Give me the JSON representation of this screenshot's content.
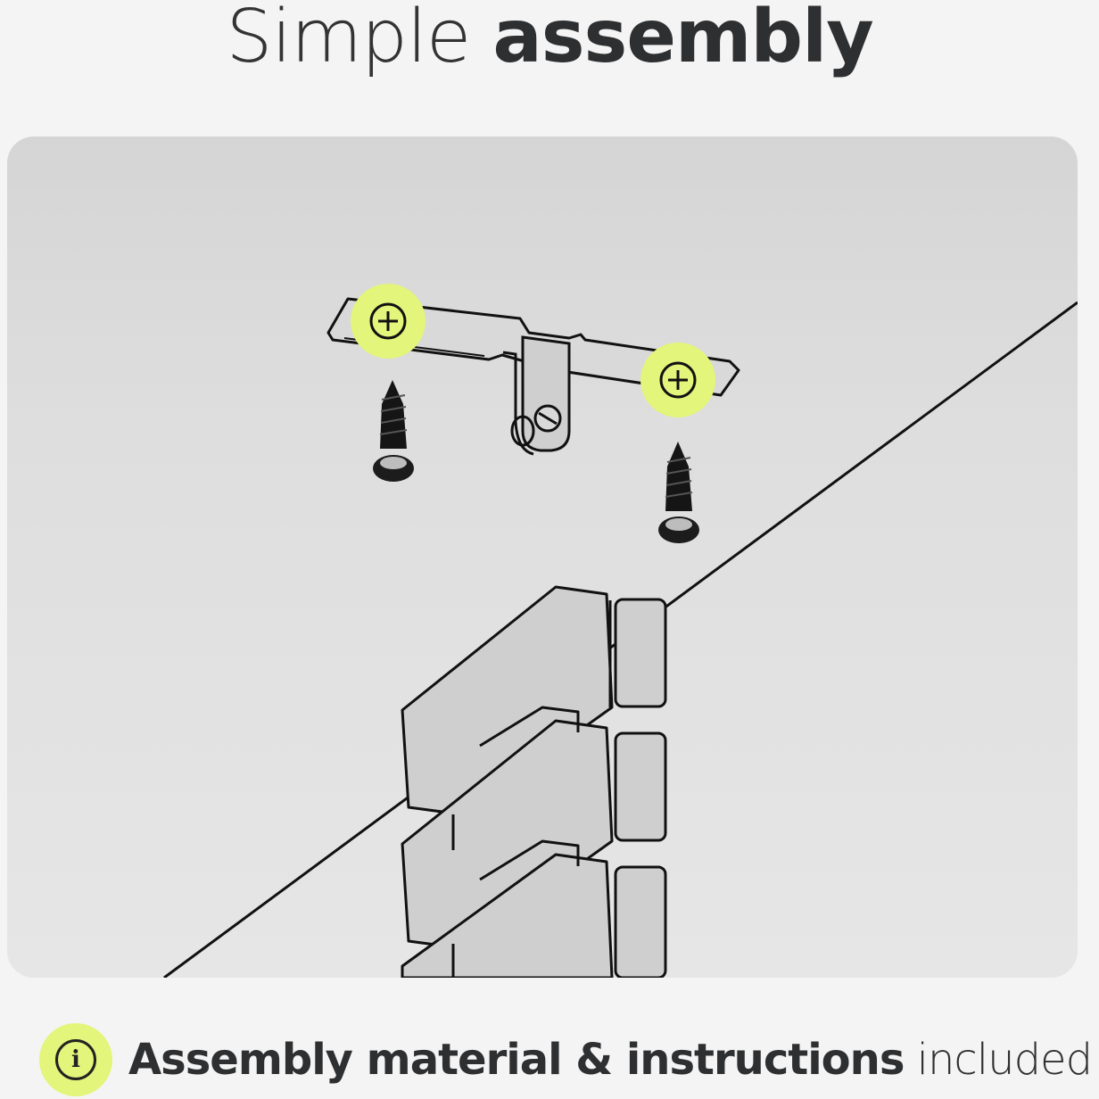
{
  "title": {
    "light": "Simple",
    "bold": "assembly"
  },
  "footer": {
    "icon": "info-icon",
    "bold": "Assembly material & instructions",
    "light": "included"
  },
  "colors": {
    "accent": "#e3f57a",
    "text": "#2e2f31",
    "background": "#f4f4f4",
    "panel": "#dcdcdc"
  },
  "illustration": {
    "callout_icon": "plus-screw-icon",
    "screw_count": 2
  }
}
